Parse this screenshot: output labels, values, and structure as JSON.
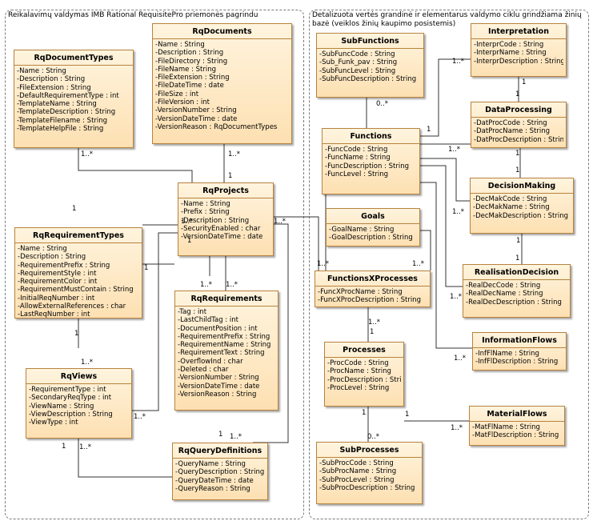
{
  "packages": [
    {
      "id": "left",
      "title": "Reikalavimų valdymas IMB Rational RequisitePro priemonės pagrindu"
    },
    {
      "id": "right",
      "title": "Detalizuota vertės grandinė ir elementarus valdymo ciklu grindžiama žinių\nbazė (veiklos žinių kaupimo posistemis)"
    }
  ],
  "classes": [
    {
      "id": "RqDocumentTypes",
      "name": "RqDocumentTypes",
      "attributes": [
        "-Name : String",
        "-Description : String",
        "-FileExtension : String",
        "-DefaultRequirementType : int",
        "-TemplateName : String",
        "-TemplateDescription : String",
        "-TemplateFilename : String",
        "-TemplateHelpFile : String"
      ]
    },
    {
      "id": "RqDocuments",
      "name": "RqDocuments",
      "attributes": [
        "-Name : String",
        "-Description : String",
        "-FileDirectory : String",
        "-FileName : String",
        "-FileExtension : String",
        "-FileDateTime : date",
        "-FileSize : int",
        "-FileVersion : int",
        "-VersionNumber : String",
        "-VersionDateTime : date",
        "-VersionReason : RqDocumentTypes"
      ]
    },
    {
      "id": "RqProjects",
      "name": "RqProjects",
      "attributes": [
        "-Name : String",
        "-Prefix : String",
        "-Description : String",
        "-SecurityEnabled : char",
        "-VersionDateTime : date"
      ]
    },
    {
      "id": "RqRequirementTypes",
      "name": "RqRequirementTypes",
      "attributes": [
        "-Name : String",
        "-Description : String",
        "-RequirementPrefix : String",
        "-RequirementStyle : int",
        "-RequirementColor : int",
        "-RequirementMustContain : String",
        "-InitialReqNumber : int",
        "-AllowExternalReferences : char",
        "-LastReqNumber : int"
      ]
    },
    {
      "id": "RqRequirements",
      "name": "RqRequirements",
      "attributes": [
        "-Tag : int",
        "-LastChildTag : int",
        "-DocumentPosition : int",
        "-RequirementPrefix : String",
        "-RequirementName : String",
        "-RequirementText : String",
        "-OverflowInd : char",
        "-Deleted : char",
        "-VersionNumber : String",
        "-VersionDateTime : date",
        "-VersionReason : String"
      ]
    },
    {
      "id": "RqViews",
      "name": "RqViews",
      "attributes": [
        "-RequirementType : int",
        "-SecondaryReqType : int",
        "-ViewName : String",
        "-ViewDescription : String",
        "-ViewType : int"
      ]
    },
    {
      "id": "RqQueryDefinitions",
      "name": "RqQueryDefinitions",
      "attributes": [
        "-QueryName : String",
        "-QueryDescription : String",
        "-QueryDateTime : date",
        "-QueryReason : String"
      ]
    },
    {
      "id": "SubFunctions",
      "name": "SubFunctions",
      "attributes": [
        "-SubFuncCode : String",
        "-Sub_Funk_pav : String",
        "-SubFuncLevel : String",
        "-SubFuncDescription : String"
      ]
    },
    {
      "id": "Interpretation",
      "name": "Interpretation",
      "attributes": [
        "-InterprCode : String",
        "-InterprName : String",
        "-InterprDescription : String"
      ]
    },
    {
      "id": "Functions",
      "name": "Functions",
      "attributes": [
        "-FuncCode : String",
        "-FuncName : String",
        "-FuncDescription : String",
        "-FuncLevel : String"
      ]
    },
    {
      "id": "DataProcessing",
      "name": "DataProcessing",
      "attributes": [
        "-DatProcCode : String",
        "-DatProcName : String",
        "-DatProcDescription : String"
      ]
    },
    {
      "id": "Goals",
      "name": "Goals",
      "attributes": [
        "-GoalName : String",
        "-GoalDescription : String"
      ]
    },
    {
      "id": "DecisionMaking",
      "name": "DecisionMaking",
      "attributes": [
        "-DecMakCode : String",
        "-DecMakName : String",
        "-DecMakDescription : String"
      ]
    },
    {
      "id": "FunctionsXProcesses",
      "name": "FunctionsXProcesses",
      "attributes": [
        "-FuncXProcName : String",
        "-FuncXProcDescription : String"
      ]
    },
    {
      "id": "RealisationDecision",
      "name": "RealisationDecision",
      "attributes": [
        "-RealDecCode : String",
        "-RealDecName : String",
        "-RealDecDescription : String"
      ]
    },
    {
      "id": "InformationFlows",
      "name": "InformationFlows",
      "attributes": [
        "-InfFlName : String",
        "-InfFlDescription : String"
      ]
    },
    {
      "id": "Processes",
      "name": "Processes",
      "attributes": [
        "-ProcCode : String",
        "-ProcName : String",
        "-ProcDescription : String",
        "-ProcLevel : String"
      ]
    },
    {
      "id": "MaterialFlows",
      "name": "MaterialFlows",
      "attributes": [
        "-MatFlName : String",
        "-MatFlDescription : String"
      ]
    },
    {
      "id": "SubProcesses",
      "name": "SubProcesses",
      "attributes": [
        "-SubProcCode : String",
        "-SubProcName : String",
        "-SubProcLevel : String",
        "-SubProcDescription : String"
      ]
    }
  ],
  "multiplicities": [
    "1..*",
    "1..*",
    "1",
    "1..*",
    "1",
    "1..*",
    "1",
    "1..*",
    "1..*",
    "1",
    "1",
    "1..*",
    "1..*",
    "1",
    "1..*",
    "1",
    "1..*",
    "0..*",
    "1..*",
    "1",
    "1",
    "1..*",
    "1",
    "1",
    "1..*",
    "1",
    "1",
    "1..*",
    "1..*",
    "1..*",
    "1..*",
    "1..*",
    "1",
    "1",
    "1",
    "0..*",
    "1",
    "1..*"
  ]
}
